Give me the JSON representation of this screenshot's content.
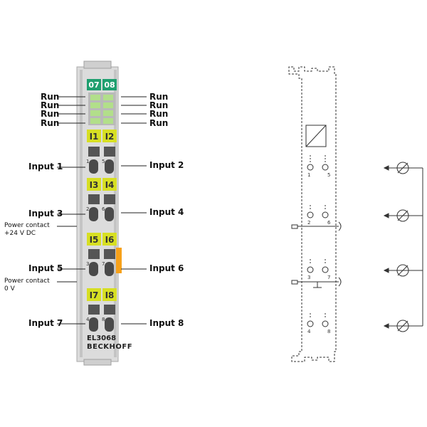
{
  "module": {
    "model": "EL3068",
    "brand": "BECKHOFF",
    "led_top": [
      "07",
      "08"
    ],
    "channel_pairs": [
      [
        "I1",
        "I2"
      ],
      [
        "I3",
        "I4"
      ],
      [
        "I5",
        "I6"
      ],
      [
        "I7",
        "I8"
      ]
    ],
    "pins": [
      "1",
      "5",
      "2",
      "6",
      "3",
      "7",
      "4",
      "8"
    ],
    "colors": {
      "housing": "#dcdcdc",
      "led_green": "#1f9f6f",
      "label_yellow": "#d7df23",
      "power_orange": "#f7a11a"
    }
  },
  "labels": {
    "run": "Run",
    "inputs": [
      "Input 1",
      "Input 2",
      "Input 3",
      "Input 4",
      "Input 5",
      "Input 6",
      "Input 7",
      "Input 8"
    ],
    "power_24v_line1": "Power contact",
    "power_24v_line2": "+24 V DC",
    "power_0v_line1": "Power contact",
    "power_0v_line2": "0 V"
  }
}
